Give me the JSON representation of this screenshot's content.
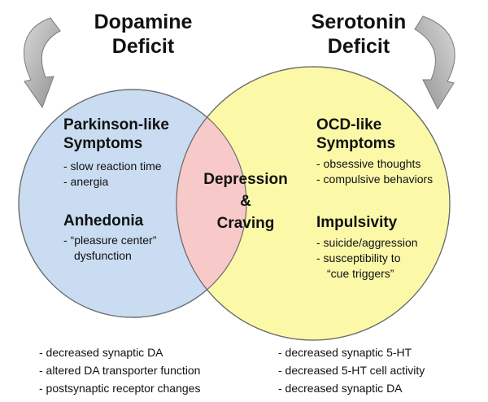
{
  "colors": {
    "left_circle": "#c9dcf1",
    "right_circle": "#fbf8a8",
    "overlap": "#f8c9c9",
    "outline": "#6b6b6b",
    "arrow": "#b4b4b4"
  },
  "left": {
    "title": [
      "Dopamine",
      "Deficit"
    ],
    "group1": {
      "heading": [
        "Parkinson-like",
        "Symptoms"
      ],
      "items": [
        "- slow reaction time",
        "- anergia"
      ]
    },
    "group2": {
      "heading": "Anhedonia",
      "items": [
        "- “pleasure center”",
        "dysfunction"
      ]
    },
    "bottom_list": [
      "- decreased synaptic DA",
      "- altered DA transporter function",
      "- postsynaptic receptor changes"
    ]
  },
  "right": {
    "title": [
      "Serotonin",
      "Deficit"
    ],
    "group1": {
      "heading": [
        "OCD-like",
        "Symptoms"
      ],
      "items": [
        "- obsessive thoughts",
        "- compulsive behaviors"
      ]
    },
    "group2": {
      "heading": "Impulsivity",
      "items": [
        "- suicide/aggression",
        "- susceptibility to",
        "“cue triggers”"
      ]
    },
    "bottom_list": [
      "- decreased synaptic 5-HT",
      "- decreased 5-HT cell activity",
      "- decreased synaptic DA"
    ]
  },
  "overlap": {
    "lines": [
      "Depression",
      "&",
      "Craving"
    ]
  }
}
